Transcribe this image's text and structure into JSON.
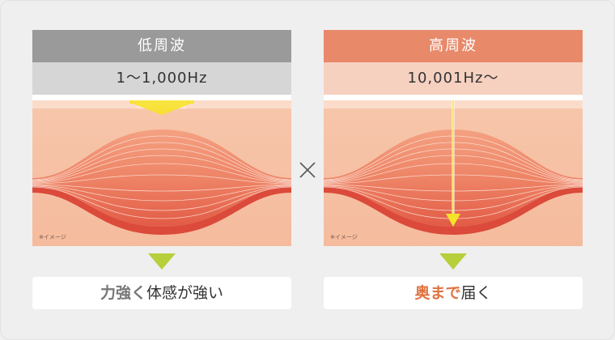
{
  "low": {
    "title": "低周波",
    "range": "1～1,000Hz",
    "note": "※イメージ",
    "result_highlight": "力強く",
    "result_rest": "体感が強い"
  },
  "high": {
    "title": "高周波",
    "range": "10,001Hz～",
    "note": "※イメージ",
    "result_highlight": "奥まで",
    "result_rest": "届く"
  },
  "colors": {
    "low_header": "#9a9a9a",
    "low_sub": "#d6d6d6",
    "high_header": "#e8896a",
    "high_sub": "#f6d1c0",
    "arrow_yellow": "#f7e22a",
    "triangle_green": "#b7cf3a",
    "highlight_orange": "#e0733f",
    "highlight_gray": "#777777"
  },
  "icons": {
    "comparison": "times-icon",
    "arrow": "down-triangle-icon"
  }
}
